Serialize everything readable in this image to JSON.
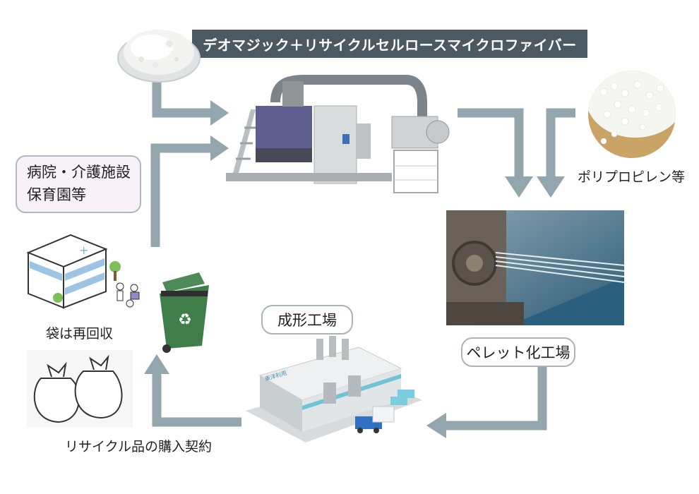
{
  "title": "デオマジック＋リサイクルセルロースマイクロファイバー",
  "labels": {
    "polypropylene": "ポリプロピレン等",
    "hospital_line1": "病院・介護施設",
    "hospital_line2": "保育園等",
    "bag_collection": "袋は再回収",
    "molding_plant": "成形工場",
    "pellet_plant": "ペレット化工場",
    "recycle_contract": "リサイクル品の購入契約",
    "factory_sign": "東洋利用"
  },
  "icons": {
    "recycle": "♻",
    "hospital_cross": "+"
  },
  "colors": {
    "arrow": "#93a5ad",
    "banner": "#4b5a62",
    "pill_border": "#a9b3ba",
    "pink_fill": "#f8f1f7",
    "bin_green": "#3f7d4b"
  }
}
